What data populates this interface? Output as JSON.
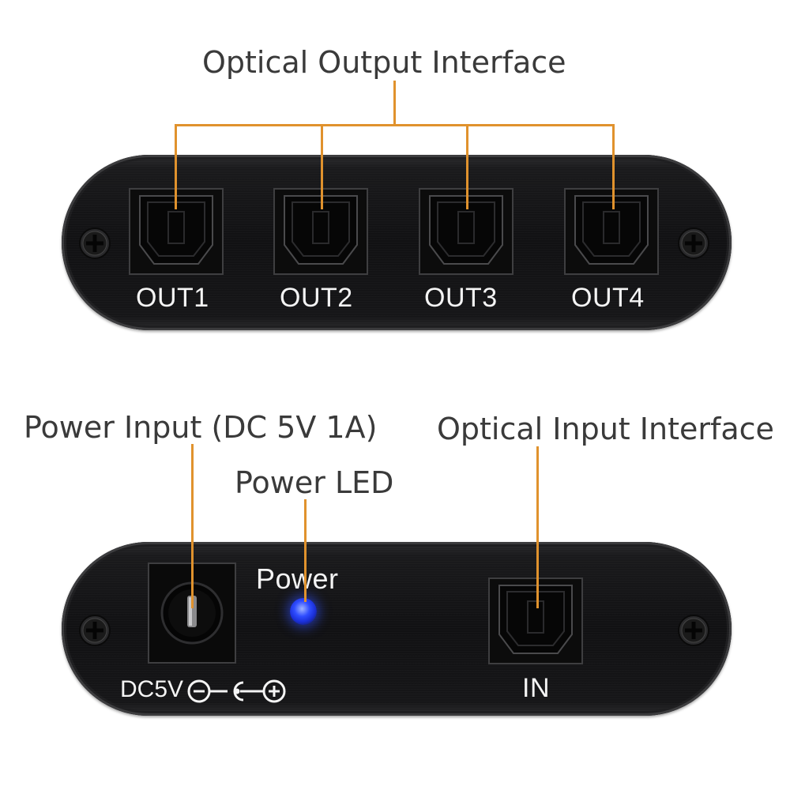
{
  "callouts": {
    "optical_output": "Optical Output Interface",
    "power_input": "Power Input (DC 5V 1A)",
    "power_led": "Power LED",
    "optical_input": "Optical Input Interface"
  },
  "top_panel": {
    "ports": [
      {
        "label": "OUT1"
      },
      {
        "label": "OUT2"
      },
      {
        "label": "OUT3"
      },
      {
        "label": "OUT4"
      }
    ]
  },
  "bottom_panel": {
    "power_label": "Power",
    "dc_caption": "DC5V",
    "input_label": "IN"
  },
  "colors": {
    "leader_line": "#e0922d",
    "panel": "#151517",
    "led": "#2f4dff"
  }
}
